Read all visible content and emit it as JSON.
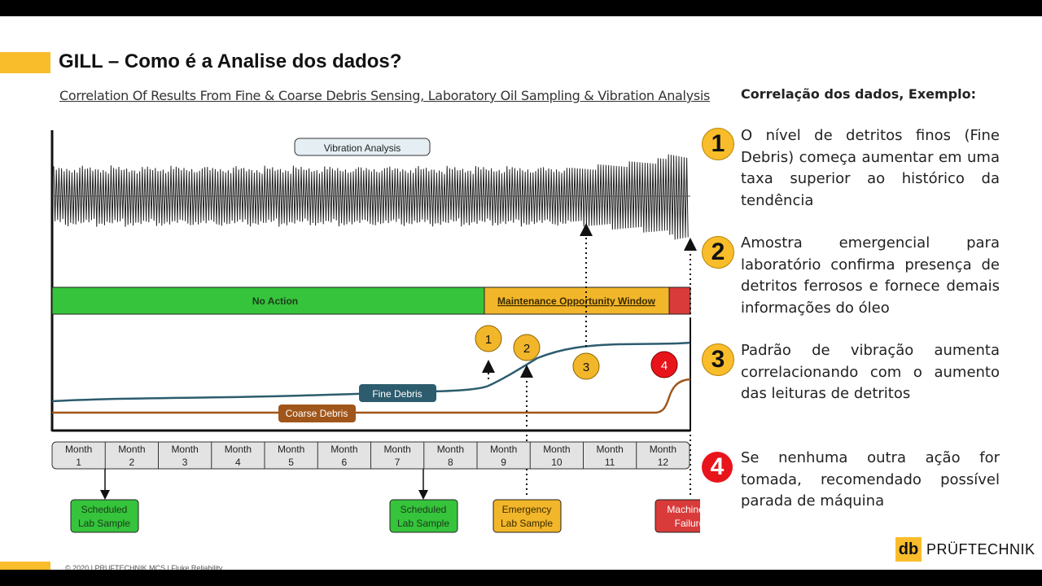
{
  "slide": {
    "title": "GILL – Como é a Analise dos dados?",
    "subtitle": "Correlation Of Results From Fine & Coarse Debris Sensing, Laboratory Oil Sampling & Vibration Analysis",
    "footer": "© 2020 | PRUFTECHNIK MCS | Fluke Reliability"
  },
  "diagram": {
    "vibration_label": "Vibration Analysis",
    "no_action_label": "No Action",
    "maintenance_label": "Maintenance Opportunity Window",
    "fine_debris_label": "Fine Debris",
    "coarse_debris_label": "Coarse Debris",
    "month_word": "Month",
    "months": [
      "1",
      "2",
      "3",
      "4",
      "5",
      "6",
      "7",
      "8",
      "9",
      "10",
      "11",
      "12"
    ],
    "markers": [
      "1",
      "2",
      "3",
      "4"
    ],
    "samples": {
      "s1_line1": "Scheduled",
      "s1_line2": "Lab Sample",
      "s2_line1": "Scheduled",
      "s2_line2": "Lab Sample",
      "s3_line1": "Emergency",
      "s3_line2": "Lab Sample",
      "s4_line1": "Machinery",
      "s4_line2": "Failure"
    },
    "colors": {
      "green": "#35c43b",
      "amber": "#f2b62a",
      "red": "#d93a3a",
      "fine": "#2c5c6e",
      "coarse": "#a0561a"
    }
  },
  "notes": {
    "heading": "Correlação dos dados, Exemplo:",
    "items": [
      {
        "num": "1",
        "text": "O nível de detritos finos (Fine Debris) começa aumentar em uma taxa superior ao histórico da tendência"
      },
      {
        "num": "2",
        "text": "Amostra emergencial para laboratório confirma presença de detritos ferrosos e fornece demais informações do óleo"
      },
      {
        "num": "3",
        "text": "Padrão de vibração aumenta correlacionando com o aumento das leituras de detritos"
      },
      {
        "num": "4",
        "text": "Se nenhuma outra ação for tomada, recomendado possível parada de máquina"
      }
    ]
  },
  "logo": {
    "mark": "db",
    "name": "PRÜFTECHNIK"
  }
}
